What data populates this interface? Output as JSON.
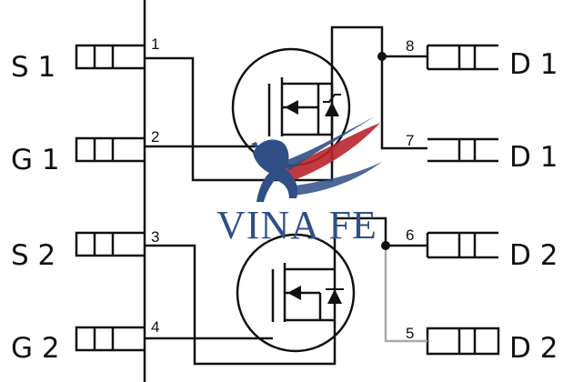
{
  "pins": [
    {
      "number": "1",
      "label": "S 1"
    },
    {
      "number": "2",
      "label": "G 1"
    },
    {
      "number": "3",
      "label": "S 2"
    },
    {
      "number": "4",
      "label": "G 2"
    },
    {
      "number": "5",
      "label": "D 2"
    },
    {
      "number": "6",
      "label": "D 2"
    },
    {
      "number": "7",
      "label": "D 1"
    },
    {
      "number": "8",
      "label": "D 1"
    }
  ],
  "watermark": {
    "text": "VINA FE",
    "icon": "winged-horse-logo",
    "colors": {
      "blue": "#2f4f86",
      "red": "#b8252c"
    }
  }
}
